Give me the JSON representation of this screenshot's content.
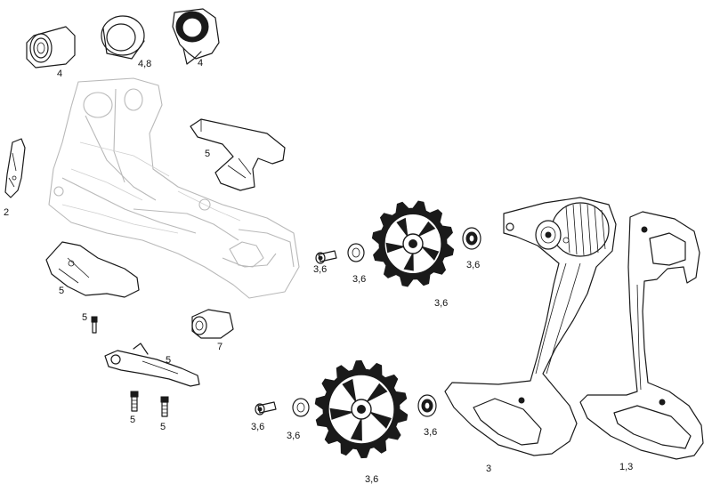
{
  "diagram": {
    "callouts": {
      "cap_top": "4",
      "ring_top": "4,8",
      "hanger_cover": "4",
      "clip_left": "2",
      "bracket_top": "5",
      "guard_lower": "5",
      "screw_small": "5",
      "plug": "7",
      "arm_lower": "5",
      "bolt_a": "5",
      "bolt_b": "5",
      "upper_bolt": "3,6",
      "upper_washer": "3,6",
      "upper_pulley": "3,6",
      "upper_spacer": "3,6",
      "lower_bolt": "3,6",
      "lower_washer": "3,6",
      "lower_pulley": "3,6",
      "lower_spacer": "3,6",
      "cage_inner": "3",
      "cage_outer": "1,3"
    }
  }
}
